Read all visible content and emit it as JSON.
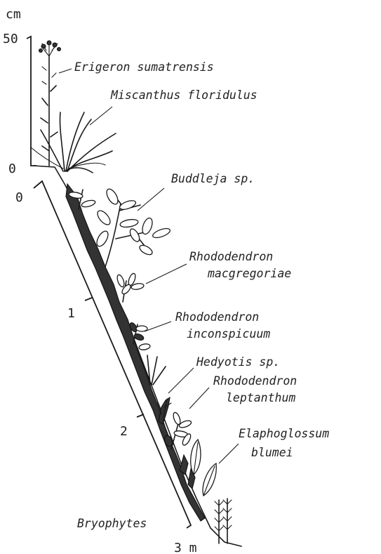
{
  "vertical_axis": {
    "unit": "cm",
    "max_label": "50",
    "min_label": "0"
  },
  "slope_axis": {
    "zero_label": "0",
    "ticks": [
      "1",
      "2"
    ],
    "end_label": "3 m"
  },
  "species": [
    {
      "line1": "Erigeron sumatrensis",
      "line2": ""
    },
    {
      "line1": "Miscanthus floridulus",
      "line2": ""
    },
    {
      "line1": "Buddleja sp.",
      "line2": ""
    },
    {
      "line1": "Rhododendron",
      "line2": "macgregoriae"
    },
    {
      "line1": "Rhododendron",
      "line2": "inconspicuum"
    },
    {
      "line1": "Hedyotis sp.",
      "line2": ""
    },
    {
      "line1": "Rhododendron",
      "line2": "leptanthum"
    },
    {
      "line1": "Elaphoglossum",
      "line2": "blumei"
    }
  ],
  "ground_label": "Bryophytes"
}
